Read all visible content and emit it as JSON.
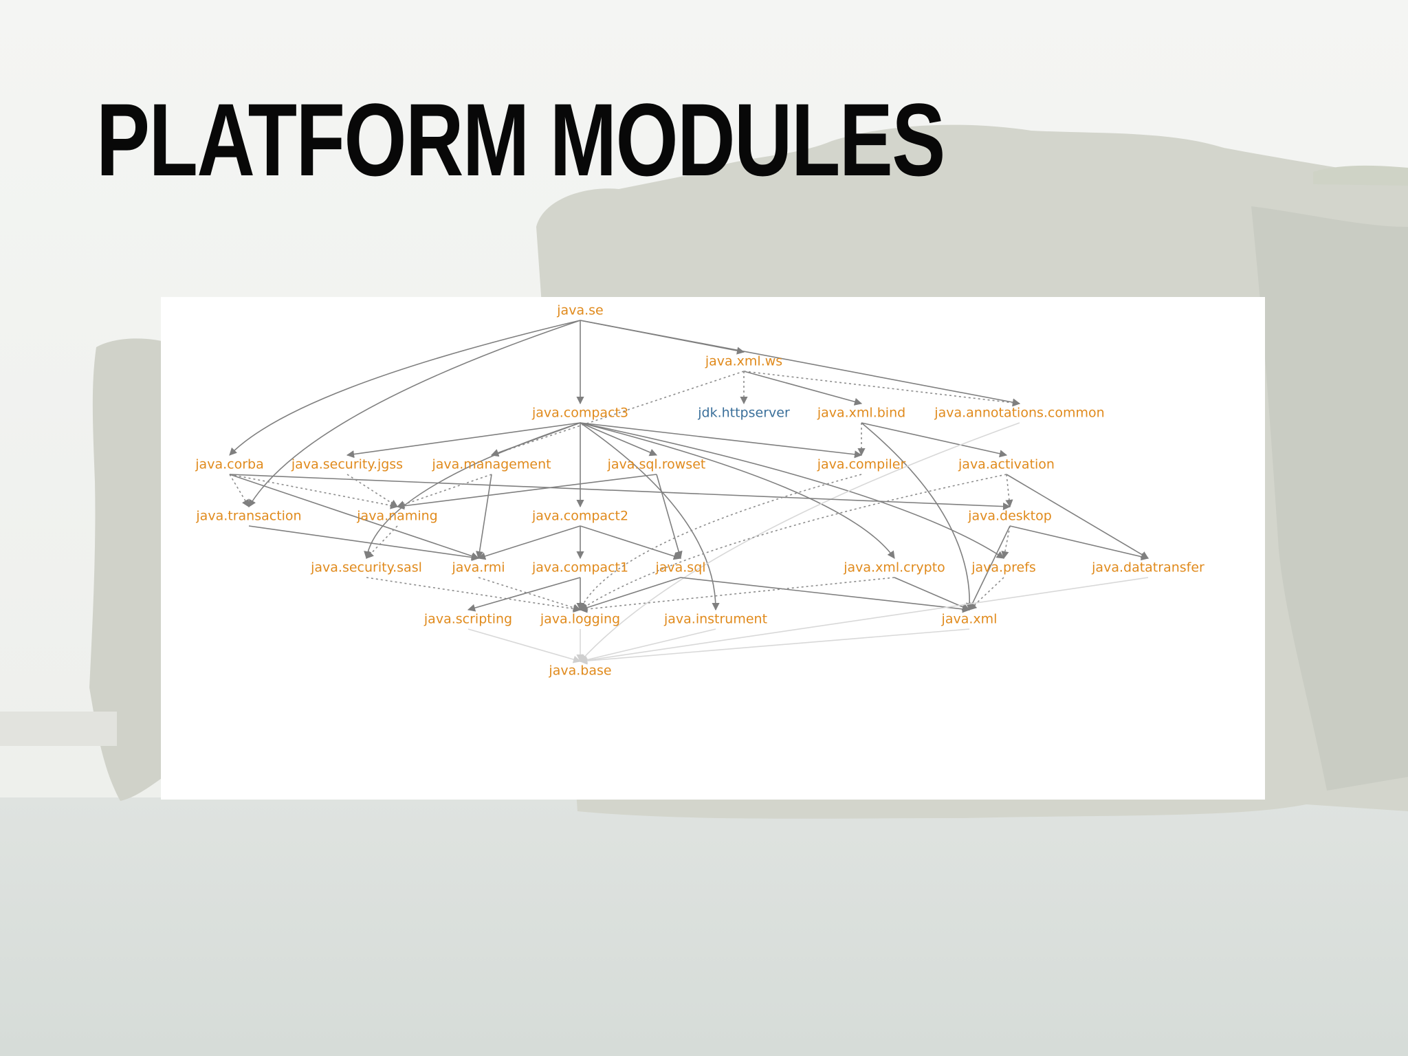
{
  "slide": {
    "title": "Platform Modules"
  },
  "colors": {
    "module_label": "#e08a1c",
    "jdk_label": "#3a6f9a",
    "edge": "#7f7f7f",
    "title": "#080808"
  },
  "diagram": {
    "nodes": [
      {
        "id": "java_se",
        "label": "java.se"
      },
      {
        "id": "java_xml_ws",
        "label": "java.xml.ws"
      },
      {
        "id": "java_compact3",
        "label": "java.compact3"
      },
      {
        "id": "jdk_httpserver",
        "label": "jdk.httpserver",
        "kind": "jdk"
      },
      {
        "id": "java_xml_bind",
        "label": "java.xml.bind"
      },
      {
        "id": "java_annotations_common",
        "label": "java.annotations.common"
      },
      {
        "id": "java_corba",
        "label": "java.corba"
      },
      {
        "id": "java_security_jgss",
        "label": "java.security.jgss"
      },
      {
        "id": "java_management",
        "label": "java.management"
      },
      {
        "id": "java_sql_rowset",
        "label": "java.sql.rowset"
      },
      {
        "id": "java_compiler",
        "label": "java.compiler"
      },
      {
        "id": "java_activation",
        "label": "java.activation"
      },
      {
        "id": "java_transaction",
        "label": "java.transaction"
      },
      {
        "id": "java_naming",
        "label": "java.naming"
      },
      {
        "id": "java_compact2",
        "label": "java.compact2"
      },
      {
        "id": "java_desktop",
        "label": "java.desktop"
      },
      {
        "id": "java_security_sasl",
        "label": "java.security.sasl"
      },
      {
        "id": "java_rmi",
        "label": "java.rmi"
      },
      {
        "id": "java_compact1",
        "label": "java.compact1"
      },
      {
        "id": "java_sql",
        "label": "java.sql"
      },
      {
        "id": "java_xml_crypto",
        "label": "java.xml.crypto"
      },
      {
        "id": "java_prefs",
        "label": "java.prefs"
      },
      {
        "id": "java_datatransfer",
        "label": "java.datatransfer"
      },
      {
        "id": "java_scripting",
        "label": "java.scripting"
      },
      {
        "id": "java_logging",
        "label": "java.logging"
      },
      {
        "id": "java_instrument",
        "label": "java.instrument"
      },
      {
        "id": "java_xml",
        "label": "java.xml"
      },
      {
        "id": "java_base",
        "label": "java.base"
      }
    ],
    "edges": [
      {
        "from": "java_se",
        "to": "java_xml_ws"
      },
      {
        "from": "java_se",
        "to": "java_compact3"
      },
      {
        "from": "java_se",
        "to": "java_annotations_common"
      },
      {
        "from": "java_se",
        "to": "java_corba"
      },
      {
        "from": "java_se",
        "to": "java_transaction"
      },
      {
        "from": "java_xml_ws",
        "to": "jdk_httpserver",
        "style": "dotted"
      },
      {
        "from": "java_xml_ws",
        "to": "java_xml_bind"
      },
      {
        "from": "java_xml_ws",
        "to": "java_annotations_common",
        "style": "dotted"
      },
      {
        "from": "java_xml_ws",
        "to": "java_management",
        "style": "dotted"
      },
      {
        "from": "java_compact3",
        "to": "java_security_jgss"
      },
      {
        "from": "java_compact3",
        "to": "java_management"
      },
      {
        "from": "java_compact3",
        "to": "java_sql_rowset"
      },
      {
        "from": "java_compact3",
        "to": "java_compact2"
      },
      {
        "from": "java_compact3",
        "to": "java_compiler"
      },
      {
        "from": "java_compact3",
        "to": "java_security_sasl"
      },
      {
        "from": "java_compact3",
        "to": "java_xml_crypto"
      },
      {
        "from": "java_compact3",
        "to": "java_prefs"
      },
      {
        "from": "java_compact3",
        "to": "java_instrument"
      },
      {
        "from": "java_xml_bind",
        "to": "java_compiler",
        "style": "dotted"
      },
      {
        "from": "java_xml_bind",
        "to": "java_activation"
      },
      {
        "from": "java_xml_bind",
        "to": "java_xml"
      },
      {
        "from": "java_annotations_common",
        "to": "java_base",
        "style": "faint"
      },
      {
        "from": "java_corba",
        "to": "java_transaction",
        "style": "dotted"
      },
      {
        "from": "java_corba",
        "to": "java_naming",
        "style": "dotted"
      },
      {
        "from": "java_corba",
        "to": "java_rmi"
      },
      {
        "from": "java_corba",
        "to": "java_desktop"
      },
      {
        "from": "java_security_jgss",
        "to": "java_naming",
        "style": "dotted"
      },
      {
        "from": "java_management",
        "to": "java_naming",
        "style": "dotted"
      },
      {
        "from": "java_management",
        "to": "java_rmi"
      },
      {
        "from": "java_sql_rowset",
        "to": "java_naming"
      },
      {
        "from": "java_sql_rowset",
        "to": "java_sql"
      },
      {
        "from": "java_compiler",
        "to": "java_logging",
        "style": "dotted"
      },
      {
        "from": "java_activation",
        "to": "java_desktop",
        "style": "dotted"
      },
      {
        "from": "java_activation",
        "to": "java_datatransfer"
      },
      {
        "from": "java_activation",
        "to": "java_logging",
        "style": "dotted"
      },
      {
        "from": "java_transaction",
        "to": "java_rmi"
      },
      {
        "from": "java_naming",
        "to": "java_security_sasl",
        "style": "dotted"
      },
      {
        "from": "java_compact2",
        "to": "java_rmi"
      },
      {
        "from": "java_compact2",
        "to": "java_compact1"
      },
      {
        "from": "java_compact2",
        "to": "java_sql"
      },
      {
        "from": "java_desktop",
        "to": "java_prefs",
        "style": "dotted"
      },
      {
        "from": "java_desktop",
        "to": "java_datatransfer"
      },
      {
        "from": "java_desktop",
        "to": "java_xml"
      },
      {
        "from": "java_security_sasl",
        "to": "java_logging",
        "style": "dotted"
      },
      {
        "from": "java_rmi",
        "to": "java_logging",
        "style": "dotted"
      },
      {
        "from": "java_compact1",
        "to": "java_logging"
      },
      {
        "from": "java_compact1",
        "to": "java_scripting"
      },
      {
        "from": "java_sql",
        "to": "java_logging"
      },
      {
        "from": "java_sql",
        "to": "java_xml"
      },
      {
        "from": "java_xml_crypto",
        "to": "java_xml"
      },
      {
        "from": "java_xml_crypto",
        "to": "java_logging",
        "style": "dotted"
      },
      {
        "from": "java_prefs",
        "to": "java_xml",
        "style": "dotted"
      },
      {
        "from": "java_scripting",
        "to": "java_base",
        "style": "faint"
      },
      {
        "from": "java_logging",
        "to": "java_base",
        "style": "faint"
      },
      {
        "from": "java_instrument",
        "to": "java_base",
        "style": "faint"
      },
      {
        "from": "java_xml",
        "to": "java_base",
        "style": "faint"
      },
      {
        "from": "java_datatransfer",
        "to": "java_base",
        "style": "faint"
      }
    ]
  }
}
